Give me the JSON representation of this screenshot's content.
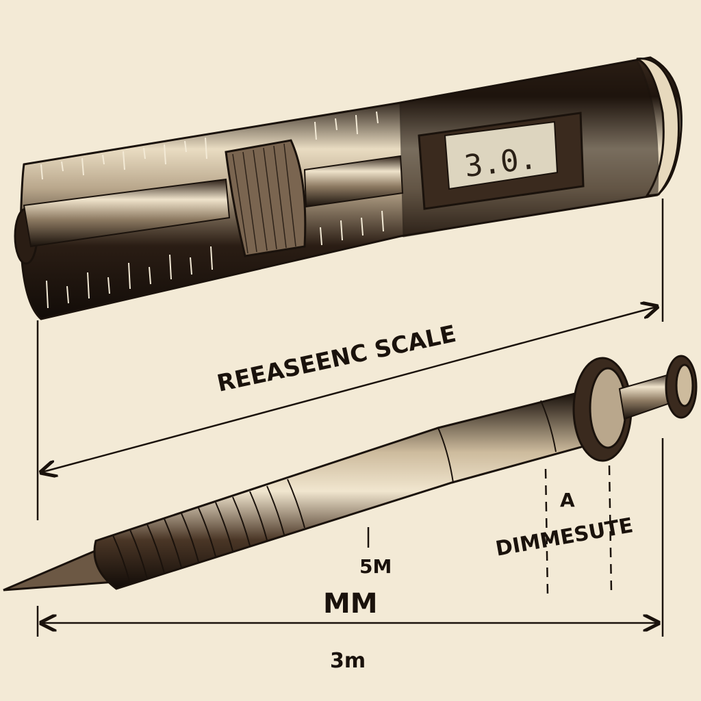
{
  "readout": {
    "value": "3.0."
  },
  "labels": {
    "scale_label": "REEASEENC SCALE",
    "dim_a": "A",
    "dim_label": "DIMMESUTE",
    "inner_dim": "5M",
    "unit": "MM",
    "total": "3m"
  },
  "colors": {
    "paper": "#f3ead6",
    "ink": "#1a120c",
    "lcd": "#ddd5bf"
  }
}
